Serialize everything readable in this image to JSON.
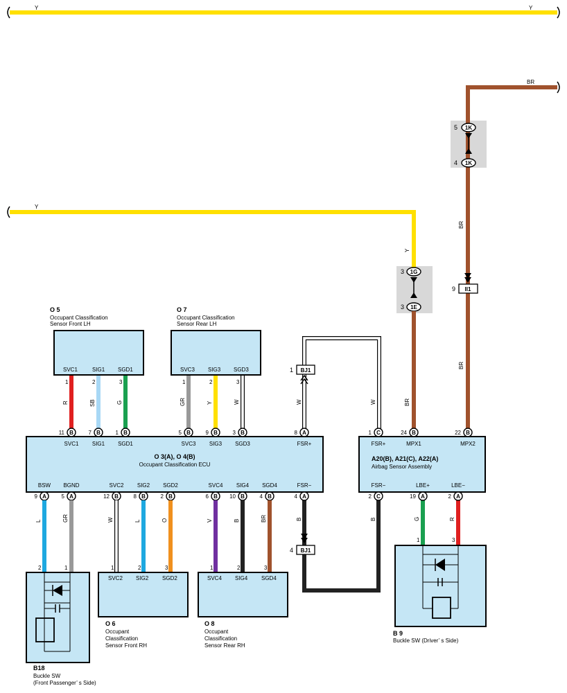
{
  "colors": {
    "Y": "#ffe000",
    "BR": "#a0522d",
    "R": "#e02020",
    "SB": "#a8d8f5",
    "G": "#1aa050",
    "GR": "#999999",
    "W": "#ffffff",
    "L": "#1ea8e0",
    "O": "#f0901e",
    "V": "#7030a0",
    "B": "#222222",
    "box": "#c5e6f5"
  },
  "wires_top": {
    "y_top_left": "Y",
    "y_top_right": "Y",
    "br_top": "BR",
    "y_mid": "Y"
  },
  "splice_1k": {
    "top_pin": "5",
    "top_label": "1K",
    "bot_pin": "4",
    "bot_label": "1K"
  },
  "splice_1g": {
    "top_pin": "3",
    "top_label": "1G",
    "bot_pin": "3",
    "bot_label": "1E"
  },
  "conn_ii1": {
    "pin": "9",
    "label": "II1"
  },
  "conn_bj1_top": {
    "pin": "1",
    "label": "BJ1"
  },
  "conn_bj1_bot": {
    "pin": "4",
    "label": "BJ1"
  },
  "o5": {
    "code": "O 5",
    "name1": "Occupant Classification",
    "name2": "Sensor Front LH",
    "pins": [
      "SVC1",
      "SIG1",
      "SGD1"
    ],
    "nums": [
      "1",
      "2",
      "3"
    ],
    "wires": [
      "R",
      "SB",
      "G"
    ]
  },
  "o7": {
    "code": "O 7",
    "name1": "Occupant Classification",
    "name2": "Sensor Rear LH",
    "pins": [
      "SVC3",
      "SIG3",
      "SGD3"
    ],
    "nums": [
      "1",
      "2",
      "3"
    ],
    "wires": [
      "GR",
      "Y",
      "W"
    ]
  },
  "ecu": {
    "code": "O 3(A), O 4(B)",
    "name": "Occupant Classification ECU",
    "top_pins": [
      "SVC1",
      "SIG1",
      "SGD1",
      "SVC3",
      "SIG3",
      "SGD3",
      "FSR+"
    ],
    "top_nums": [
      "11",
      "7",
      "1",
      "5",
      "9",
      "3",
      "8"
    ],
    "top_conn": [
      "B",
      "B",
      "B",
      "B",
      "B",
      "B",
      "A"
    ],
    "bot_pins": [
      "BSW",
      "BGND",
      "SVC2",
      "SIG2",
      "SGD2",
      "SVC4",
      "SIG4",
      "SGD4",
      "FSR−"
    ],
    "bot_nums": [
      "9",
      "5",
      "12",
      "8",
      "2",
      "6",
      "10",
      "4",
      "4"
    ],
    "bot_conn": [
      "A",
      "A",
      "B",
      "B",
      "B",
      "B",
      "B",
      "B",
      "A"
    ],
    "bot_wires": [
      "L",
      "GR",
      "W",
      "L",
      "O",
      "V",
      "B",
      "BR",
      "B"
    ]
  },
  "fsr_wires": {
    "top_w1": "W",
    "top_w2": "W",
    "bot_b1": "B",
    "bot_b2": "B"
  },
  "airbag": {
    "code": "A20(B), A21(C), A22(A)",
    "name": "Airbag Sensor Assembly",
    "top_pins": [
      "FSR+",
      "MPX1",
      "MPX2"
    ],
    "top_nums": [
      "1",
      "24",
      "22"
    ],
    "top_conn": [
      "C",
      "B",
      "B"
    ],
    "bot_pins": [
      "FSR−",
      "LBE+",
      "LBE−"
    ],
    "bot_nums": [
      "2",
      "19",
      "2"
    ],
    "bot_conn": [
      "C",
      "A",
      "A"
    ],
    "bot_wires": [
      "B",
      "G",
      "R"
    ],
    "br_labels": [
      "BR",
      "BR",
      "BR",
      "BR"
    ]
  },
  "b18": {
    "code": "B18",
    "name1": "Buckle SW",
    "name2": "(Front Passenger’ s Side)",
    "nums": [
      "2",
      "1"
    ]
  },
  "o6": {
    "code": "O 6",
    "name1": "Occupant",
    "name2": "Classification",
    "name3": "Sensor Front RH",
    "pins": [
      "SVC2",
      "SIG2",
      "SGD2"
    ],
    "nums": [
      "1",
      "2",
      "3"
    ]
  },
  "o8": {
    "code": "O 8",
    "name1": "Occupant",
    "name2": "Classification",
    "name3": "Sensor Rear RH",
    "pins": [
      "SVC4",
      "SIG4",
      "SGD4"
    ],
    "nums": [
      "1",
      "2",
      "3"
    ]
  },
  "b9": {
    "code": "B 9",
    "name": "Buckle SW (Driver’ s Side)",
    "nums": [
      "1",
      "3"
    ]
  }
}
